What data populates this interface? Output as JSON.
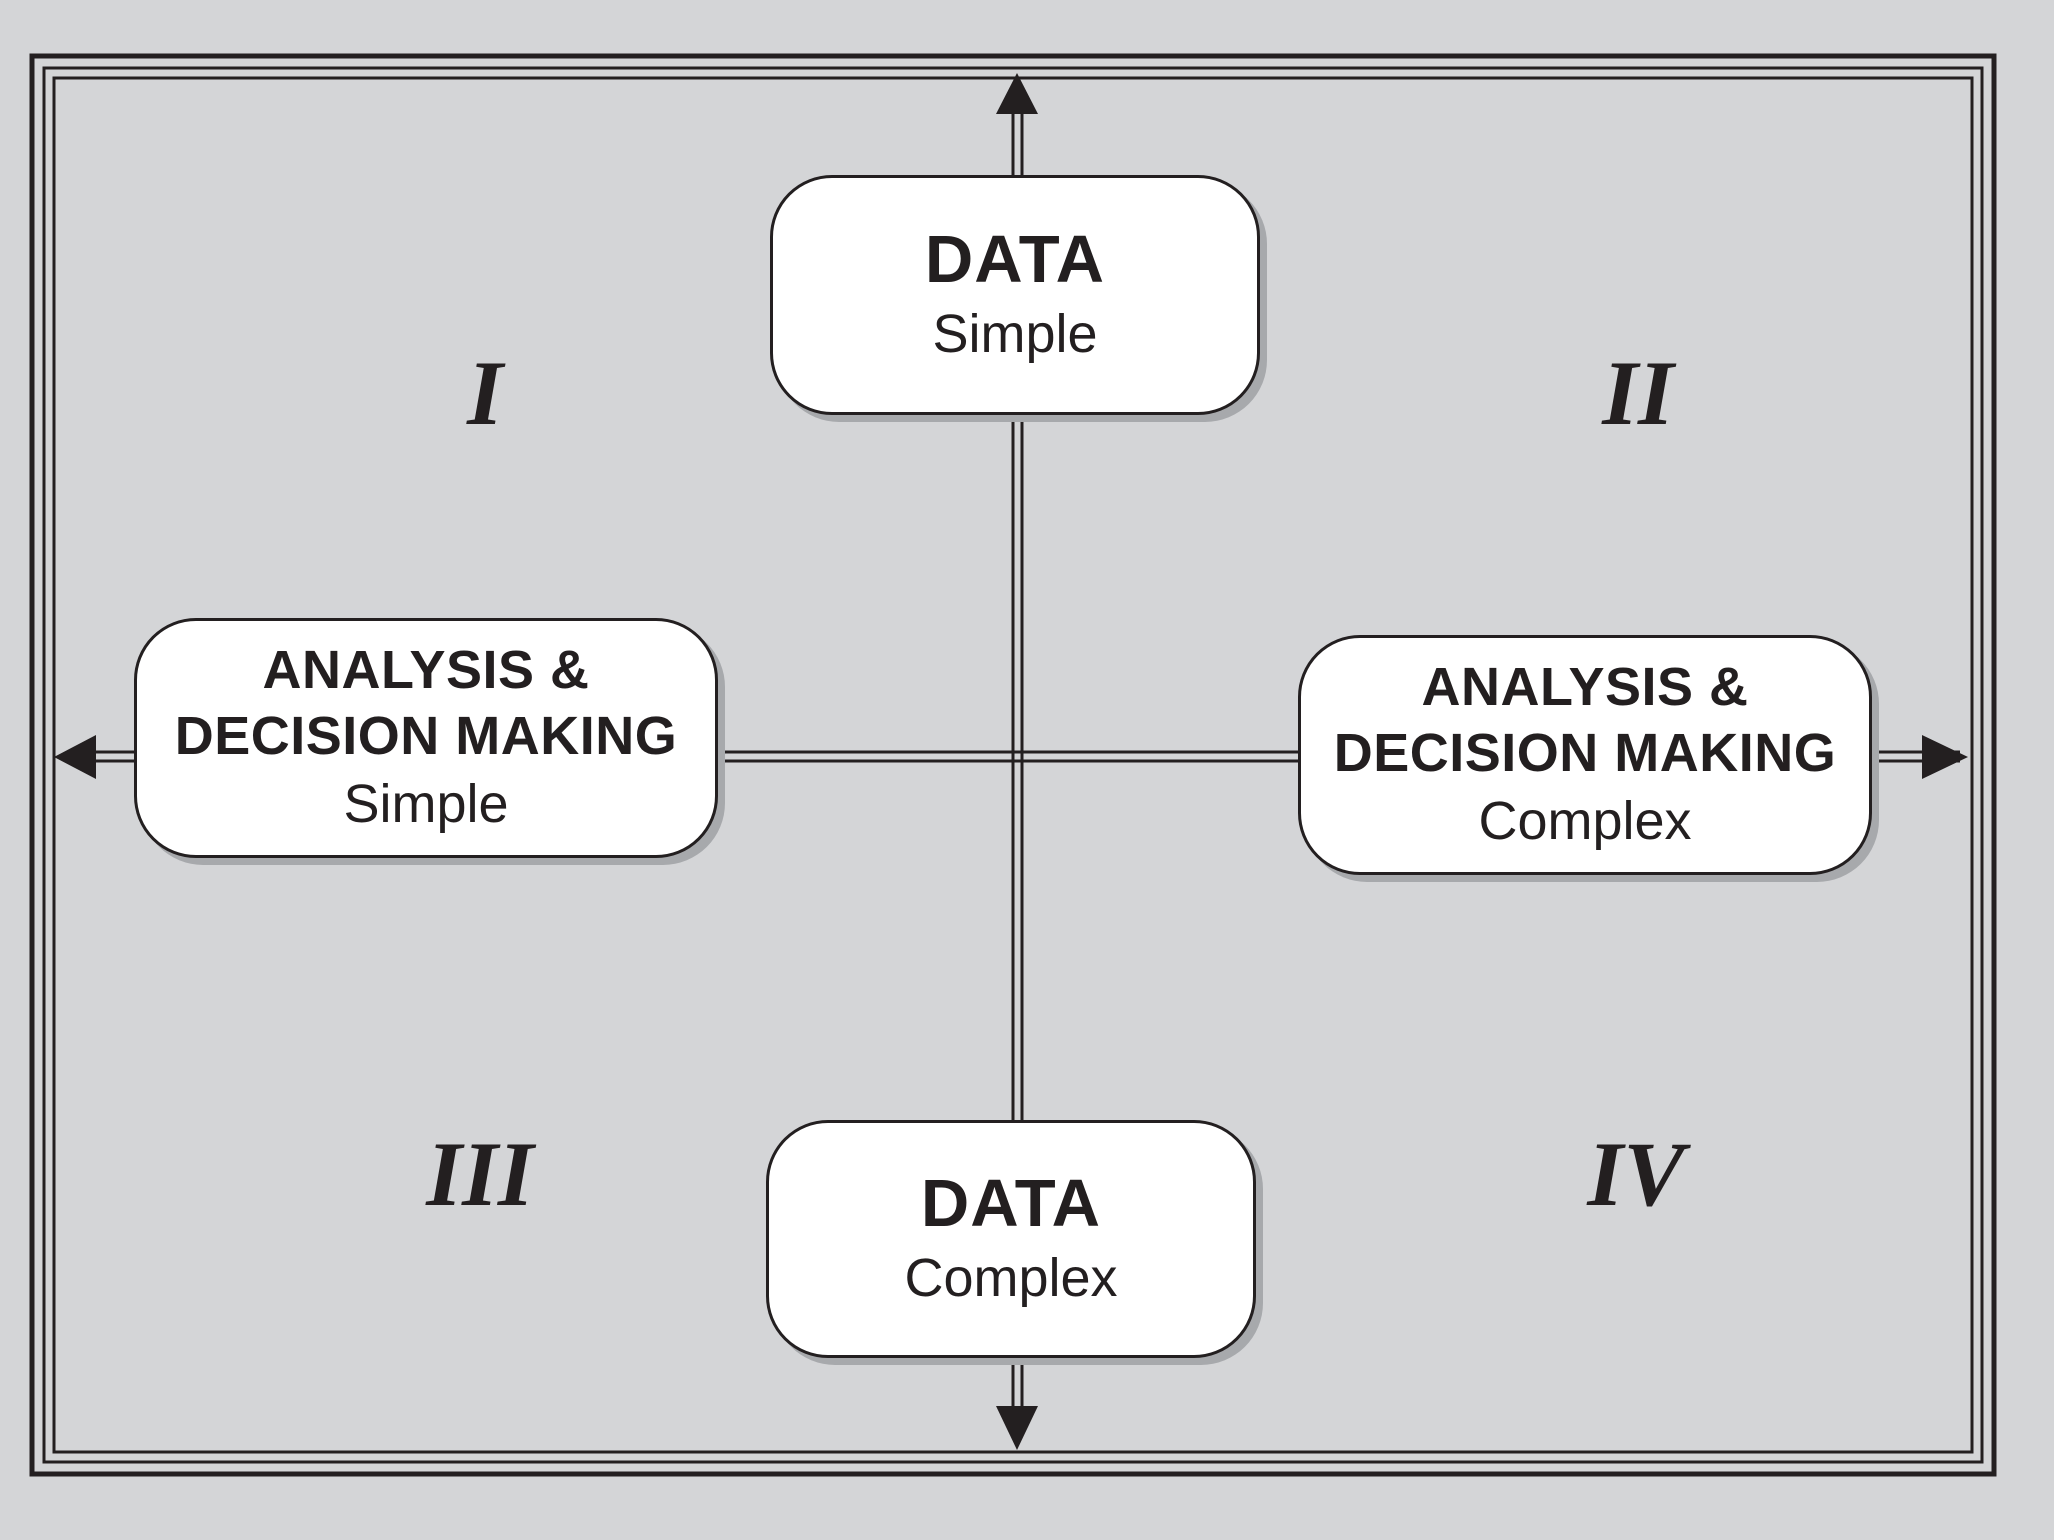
{
  "diagram": {
    "top_box": {
      "title": "DATA",
      "subtitle": "Simple"
    },
    "bottom_box": {
      "title": "DATA",
      "subtitle": "Complex"
    },
    "left_box": {
      "title_line1": "ANALYSIS &",
      "title_line2": "DECISION MAKING",
      "subtitle": "Simple"
    },
    "right_box": {
      "title_line1": "ANALYSIS &",
      "title_line2": "DECISION MAKING",
      "subtitle": "Complex"
    },
    "quadrants": {
      "q1": "I",
      "q2": "II",
      "q3": "III",
      "q4": "IV"
    }
  },
  "colors": {
    "background": "#d4d5d7",
    "ink": "#231f20",
    "box_fill": "#ffffff",
    "box_shadow": "#a7a9ac"
  }
}
